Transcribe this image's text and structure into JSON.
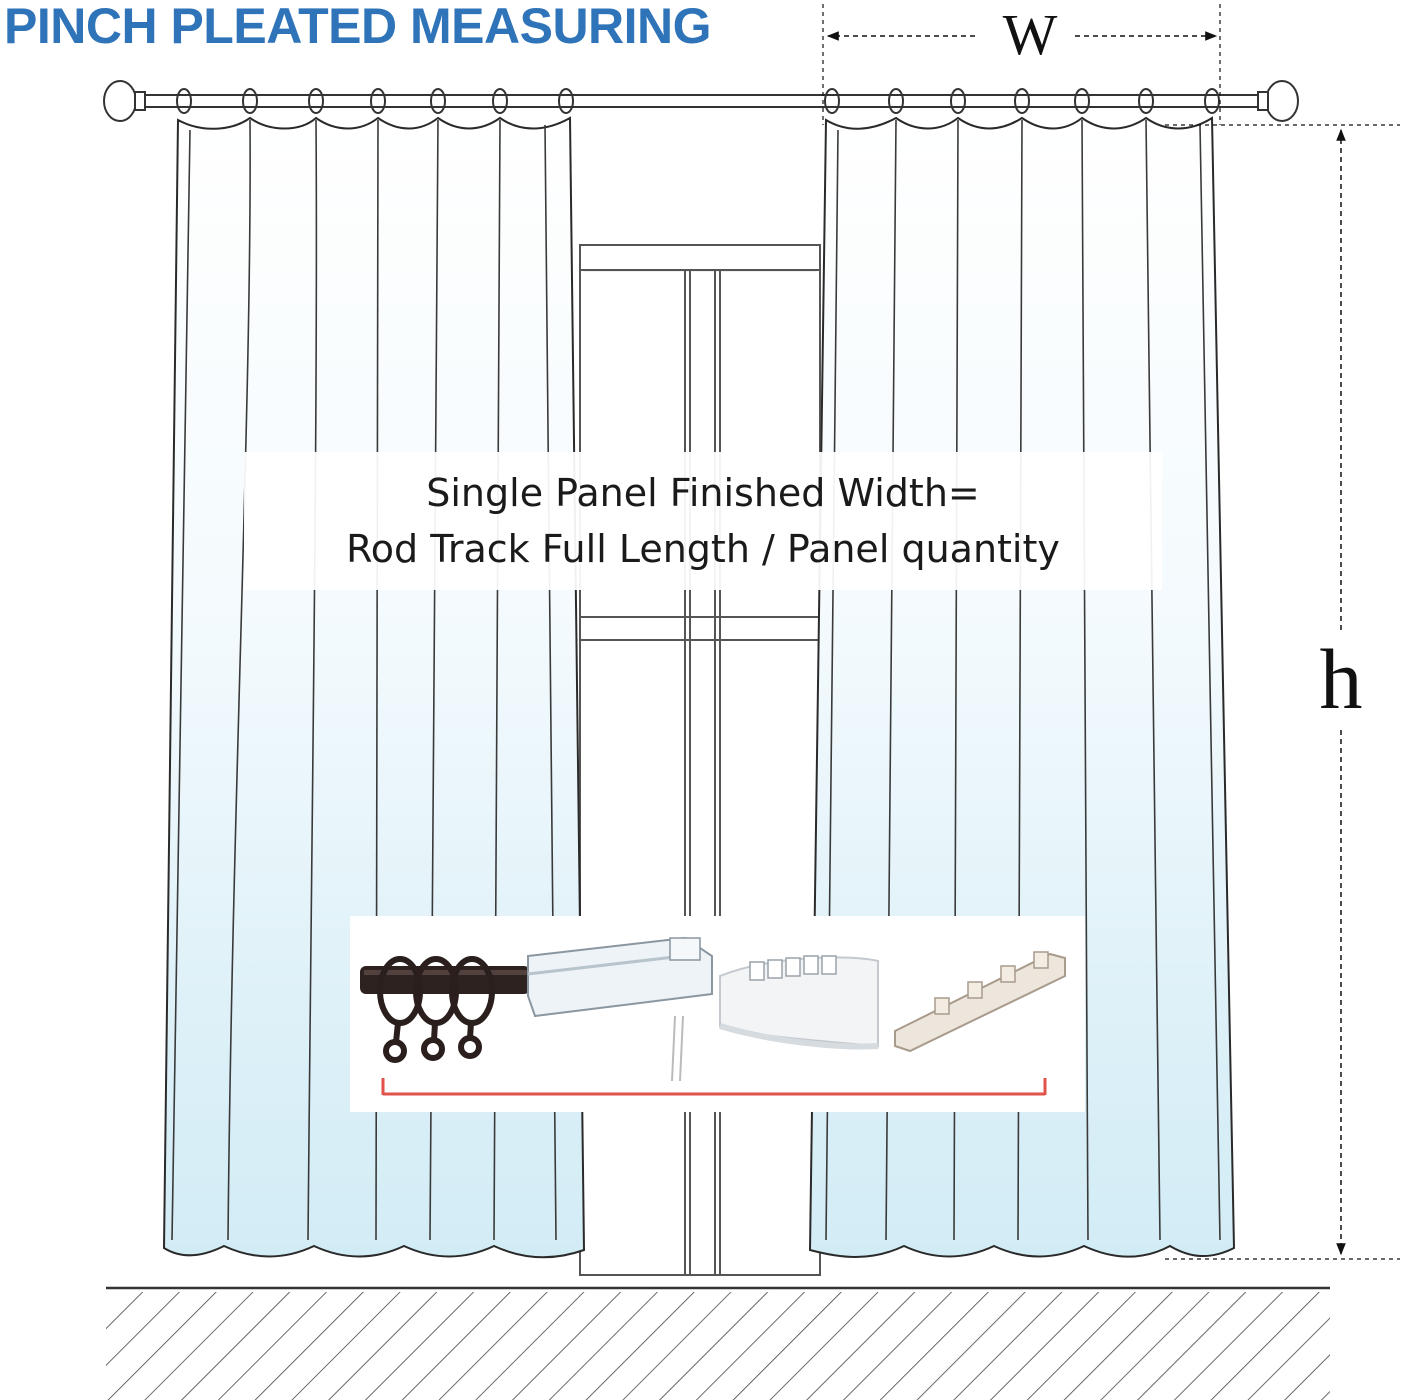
{
  "title": "PINCH PLEATED MEASURING",
  "dimensions": {
    "width_label": "W",
    "height_label": "h"
  },
  "caption": {
    "line1": "Single Panel Finished Width=",
    "line2": "Rod Track Full Length / Panel quantity"
  },
  "hardware_inset": {
    "items": [
      "curtain-rod-with-rings-icon",
      "aluminum-track-icon",
      "curved-track-icon",
      "square-track-icon"
    ]
  },
  "colors": {
    "title": "#2f74b8",
    "curtain_fill": "#dff2f8",
    "measure_line": "#e0524a",
    "outline": "#2a2a2a"
  }
}
